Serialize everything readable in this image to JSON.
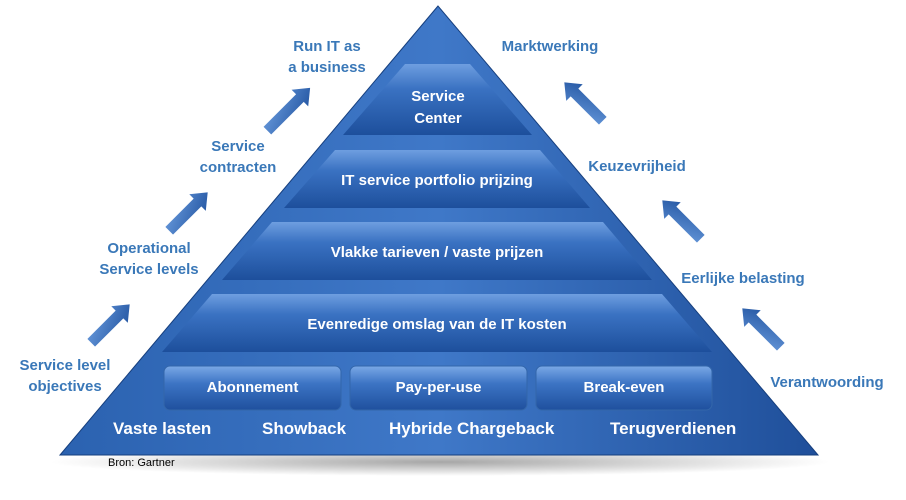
{
  "pyramid": {
    "tiers": [
      {
        "lines": [
          "Service",
          "Center"
        ]
      },
      {
        "lines": [
          "IT service portfolio prijzing"
        ]
      },
      {
        "lines": [
          "Vlakke tarieven / vaste prijzen"
        ]
      },
      {
        "lines": [
          "Evenredige omslag van de IT kosten"
        ]
      }
    ],
    "boxes": [
      "Abonnement",
      "Pay-per-use",
      "Break-even"
    ],
    "bottom_row": [
      "Vaste lasten",
      "Showback",
      "Hybride Chargeback",
      "Terugverdienen"
    ]
  },
  "left_steps": [
    {
      "lines": [
        "Service level",
        "objectives"
      ]
    },
    {
      "lines": [
        "Operational",
        "Service levels"
      ]
    },
    {
      "lines": [
        "Service",
        "contracten"
      ]
    },
    {
      "lines": [
        "Run IT as",
        "a business"
      ]
    }
  ],
  "right_steps": [
    {
      "lines": [
        "Marktwerking"
      ]
    },
    {
      "lines": [
        "Keuzevrijheid"
      ]
    },
    {
      "lines": [
        "Eerlijke belasting"
      ]
    },
    {
      "lines": [
        "Verantwoording"
      ]
    }
  ],
  "source": "Bron: Gartner",
  "colors": {
    "pyramid_dark": "#1a4f9a",
    "pyramid_light": "#5b8fd6",
    "label": "#3a78b8"
  }
}
